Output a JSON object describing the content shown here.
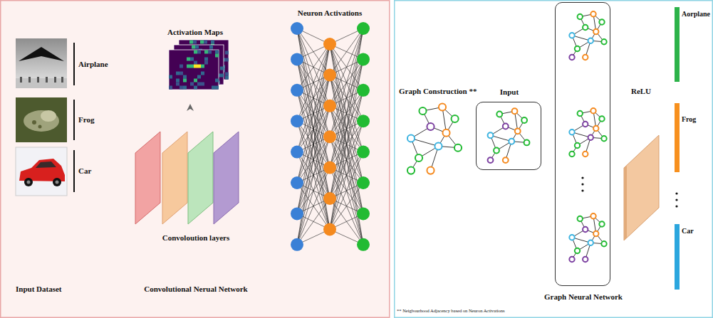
{
  "diagram": {
    "nodes": [
      {
        "text": [
          "Input"
        ]
      },
      {
        "text": [
          "Graph Neural Network"
        ]
      }
    ],
    "labels": [
      "Neuron Activations",
      "Activation Maps",
      "Airplane",
      "Frog",
      "Car",
      "Convoloution layers",
      "Input Dataset",
      "Convolutional Nerual Network",
      "Aorplane",
      "Graph Construction **",
      "ReLU",
      "Frog",
      "Car",
      "** Neigbourhood Adjacency based on Neuron Activations"
    ]
  }
}
